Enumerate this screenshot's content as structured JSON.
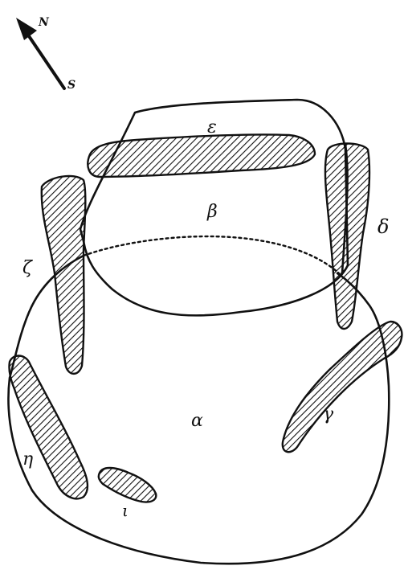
{
  "compass": {
    "north": "N",
    "south": "S",
    "arrow_icon": "north-arrow"
  },
  "regions": {
    "alpha": "α",
    "beta": "β",
    "gamma": "γ",
    "delta": "δ",
    "epsilon": "ε",
    "zeta": "ζ",
    "eta": "η",
    "iota": "ι"
  },
  "colors": {
    "ink": "#111111",
    "paper": "#ffffff"
  }
}
